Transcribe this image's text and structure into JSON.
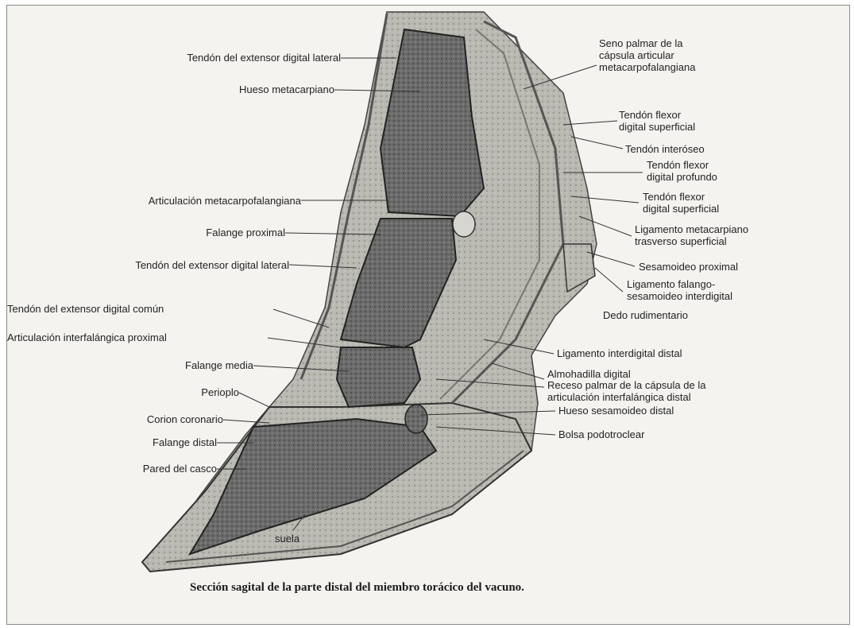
{
  "figure": {
    "caption": "Sección sagital de la parte distal del miembro torácico del vacuno.",
    "labels_left": [
      "Tendón del extensor digital lateral",
      "Hueso metacarpiano",
      "Articulación metacarpofalangiana",
      "Falange proximal",
      "Tendón del extensor digital lateral",
      "Tendón del extensor digital común",
      "Articulación interfalángica proximal",
      "Falange media",
      "Perioplo",
      "Corion coronario",
      "Falange distal",
      "Pared del casco",
      "suela"
    ],
    "labels_right": [
      "Seno palmar de la\ncápsula articular\nmetacarpofalangiana",
      "Tendón flexor\ndigital superficial",
      "Tendón interóseo",
      "Tendón flexor\ndigital profundo",
      "Tendón flexor\ndigital superficial",
      "Ligamento metacarpiano\ntrasverso superficial",
      "Sesamoideo proximal",
      "Ligamento falango-\nsesamoideo interdigital",
      "Dedo rudimentario",
      "Ligamento interdigital distal",
      "Almohadilla digital",
      "Receso palmar de la cápsula de la\narticulación interfalángica distal",
      "Hueso sesamoideo distal",
      "Bolsa podotroclear"
    ]
  },
  "colors": {
    "background": "#f4f3ef",
    "ink": "#222222",
    "bone": "#6f6f6f",
    "tissue": "#bdbdb6"
  }
}
